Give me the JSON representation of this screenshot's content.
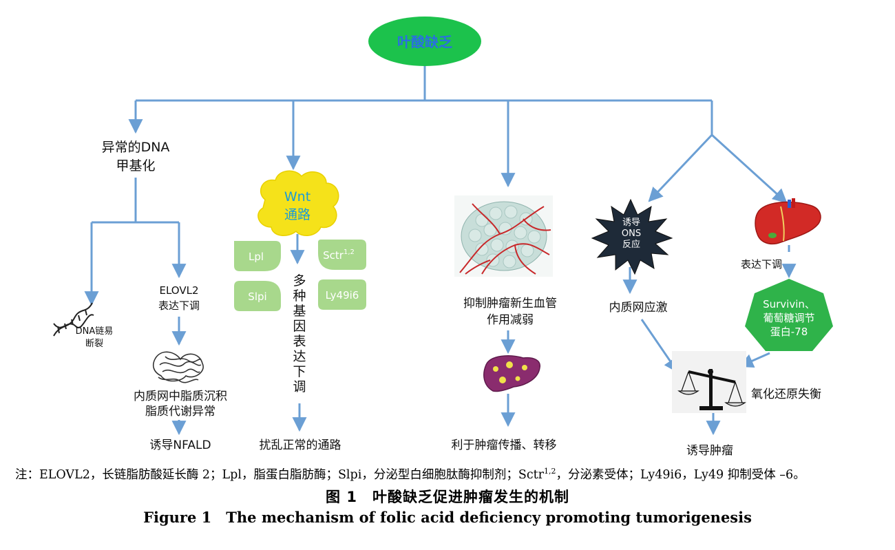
{
  "root": "叶酸缺乏",
  "dna_methylation": {
    "title_line1": "异常的DNA",
    "title_line2": "甲基化"
  },
  "dna_break": {
    "line1": "DNA链易",
    "line2": "断裂"
  },
  "elovl2": {
    "line1": "ELOVL2",
    "line2": "表达下调"
  },
  "lipid": {
    "line1": "内质网中脂质沉积",
    "line2": "脂质代谢异常"
  },
  "nafld": "诱导NFALD",
  "wnt": {
    "line1": "Wnt",
    "line2": "通路"
  },
  "genes": {
    "lpl": "Lpl",
    "sctr": "Sctr",
    "sctr_sup": "1,2",
    "slpi": "Slpi",
    "ly49i6": "Ly49i6"
  },
  "multi_gene": {
    "chars": [
      "多",
      "种",
      "基",
      "因",
      "表",
      "达",
      "下",
      "调"
    ]
  },
  "disrupt": "扰乱正常的通路",
  "angiogenesis": {
    "line1": "抑制肿瘤新生血管",
    "line2": "作用减弱"
  },
  "spread": "利于肿瘤传播、转移",
  "ons": {
    "line1": "诱导",
    "line2": "ONS",
    "line3": "反应"
  },
  "er_stress": "内质网应激",
  "down": "表达下调",
  "survivin": {
    "line1": "Survivin、",
    "line2": "葡萄糖调节",
    "line3": "蛋白-78"
  },
  "redox": "氧化还原失衡",
  "induce_tumor": "诱导肿瘤",
  "colors": {
    "arrow": "#6b9fd4",
    "root_fill": "#1cc24c",
    "root_text": "#2a6fe0",
    "wnt_fill": "#f5e21a",
    "wnt_text": "#1a9bd8",
    "leaf_fill": "#a8d88c",
    "heptagon_fill": "#2fb34a"
  },
  "caption": {
    "note": "注：ELOVL2，长链脂肪酸延长酶 2；Lpl，脂蛋白脂肪酶；Slpi，分泌型白细胞肽酶抑制剂；Sctr",
    "note_sup": "1,2",
    "note_tail": "，分泌素受体；Ly49i6，Ly49 抑制受体 –6。",
    "cn": "图 1　叶酸缺乏促进肿瘤发生的机制",
    "en": "Figure 1　The mechanism of folic acid deficiency promoting tumorigenesis"
  }
}
